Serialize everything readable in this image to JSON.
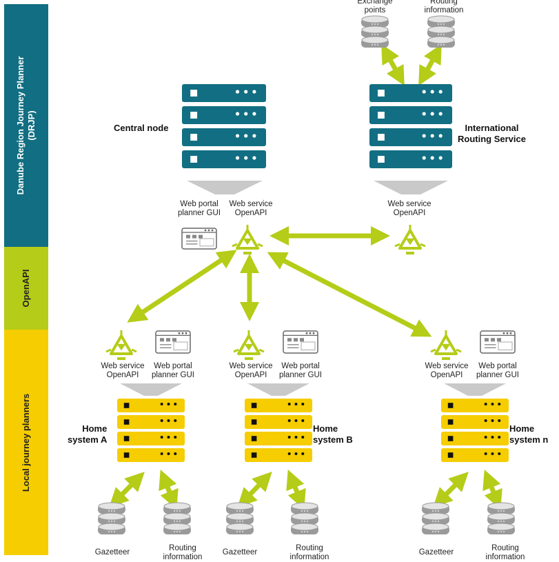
{
  "bands": {
    "drjp": {
      "label_line1": "Danube Region Journey Planner",
      "label_line2": "(DRJP)",
      "color": "#126e82"
    },
    "openapi": {
      "label": "OpenAPI",
      "color": "#b5cc18"
    },
    "local": {
      "label": "Local journey planners",
      "color": "#f5cd00"
    }
  },
  "colors": {
    "teal_server": "#126e82",
    "yellow_server": "#f5cd00",
    "arrow_green": "#b5cc18",
    "db_gray": "#9a9a9a",
    "funnel_gray": "#c9c9c9"
  },
  "central": {
    "title": "Central node",
    "web_portal": [
      "Web portal",
      "planner GUI"
    ],
    "web_service": [
      "Web service",
      "OpenAPI"
    ]
  },
  "routing": {
    "title": [
      "International",
      "Routing Service"
    ],
    "web_service": [
      "Web service",
      "OpenAPI"
    ],
    "db_left": [
      "Exchange",
      "points"
    ],
    "db_right": [
      "Routing",
      "information"
    ]
  },
  "homes": [
    {
      "title": [
        "Home",
        "system A"
      ],
      "web_service": [
        "Web service",
        "OpenAPI"
      ],
      "web_portal": [
        "Web portal",
        "planner GUI"
      ],
      "db_left": [
        "Gazetteer"
      ],
      "db_right": [
        "Routing",
        "information"
      ]
    },
    {
      "title": [
        "Home",
        "system B"
      ],
      "web_service": [
        "Web service",
        "OpenAPI"
      ],
      "web_portal": [
        "Web portal",
        "planner GUI"
      ],
      "db_left": [
        "Gazetteer"
      ],
      "db_right": [
        "Routing",
        "information"
      ]
    },
    {
      "title": [
        "Home",
        "system n"
      ],
      "web_service": [
        "Web service",
        "OpenAPI"
      ],
      "web_portal": [
        "Web portal",
        "planner GUI"
      ],
      "db_left": [
        "Gazetteer"
      ],
      "db_right": [
        "Routing",
        "information"
      ]
    }
  ]
}
